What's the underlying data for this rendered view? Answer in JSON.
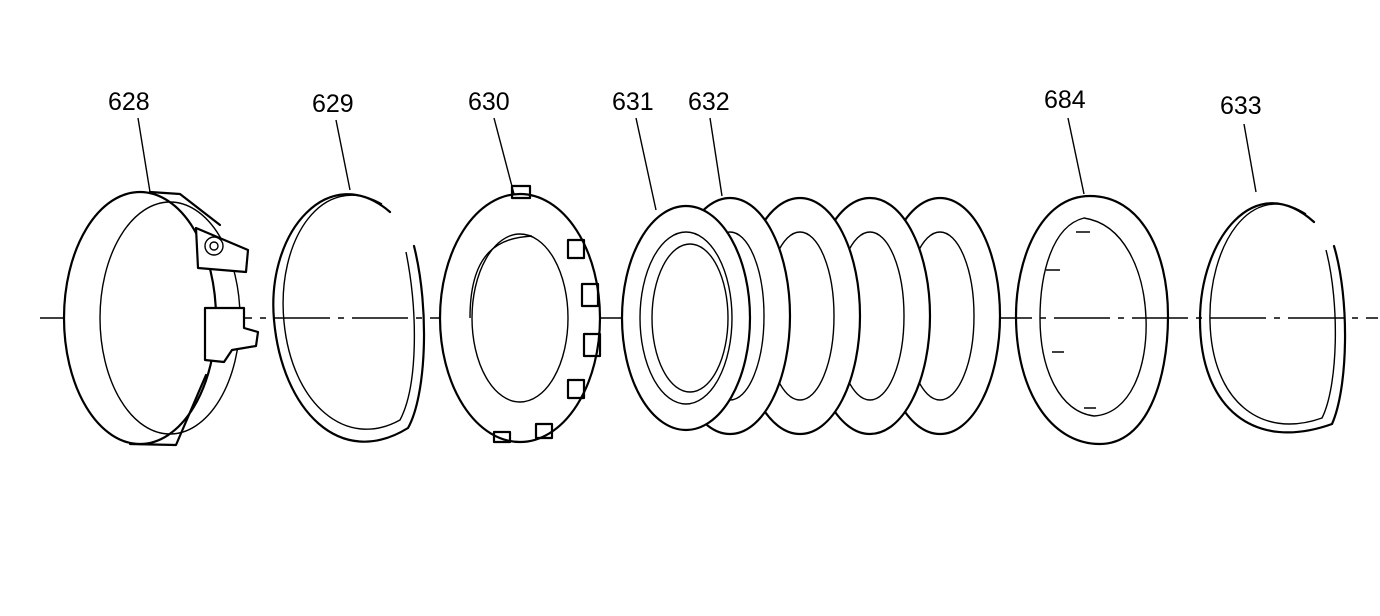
{
  "diagram": {
    "parts": [
      {
        "id": "628"
      },
      {
        "id": "629"
      },
      {
        "id": "630"
      },
      {
        "id": "631"
      },
      {
        "id": "632"
      },
      {
        "id": "684"
      },
      {
        "id": "633"
      }
    ]
  }
}
